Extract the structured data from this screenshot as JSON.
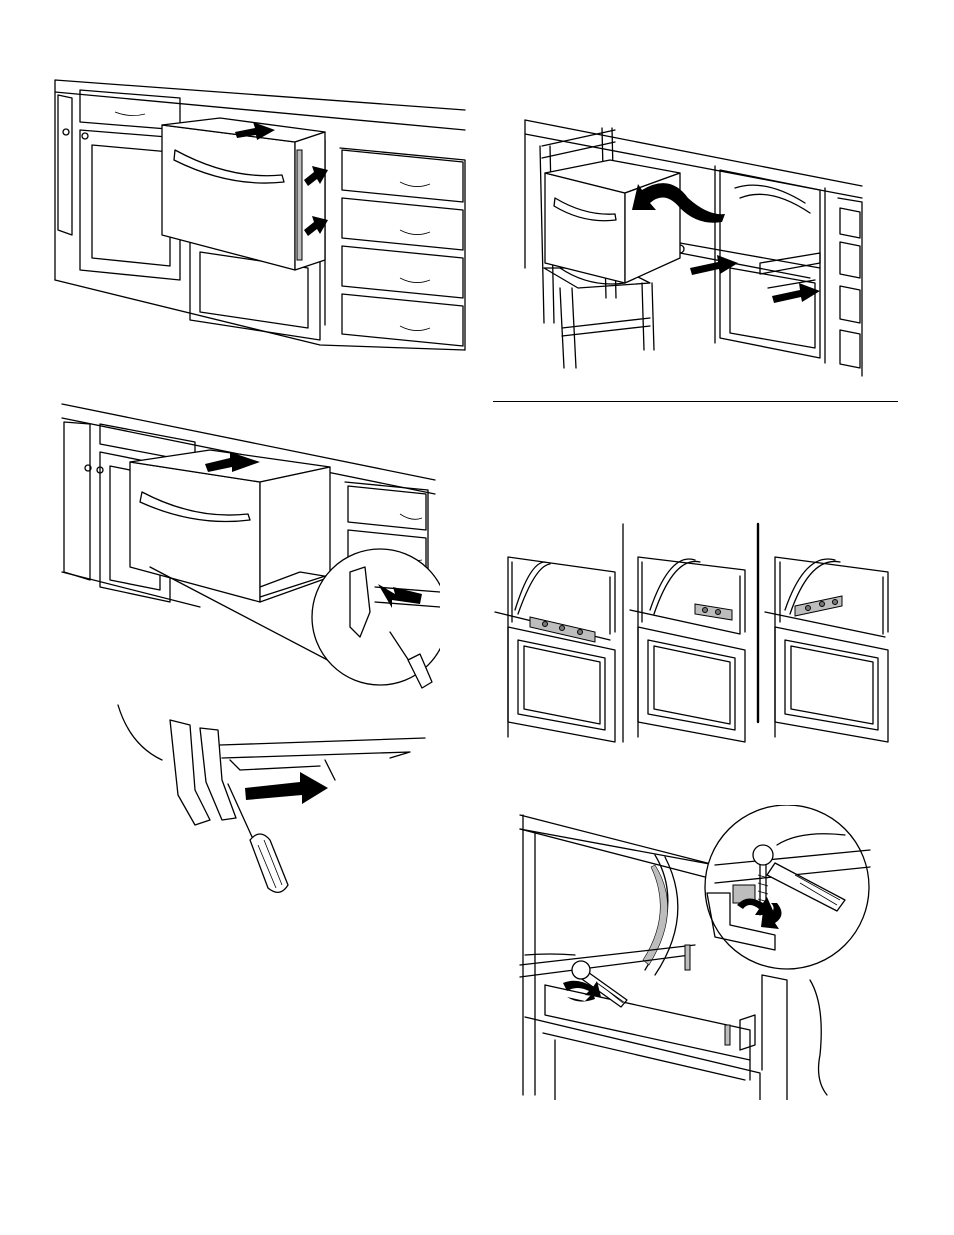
{
  "page": {
    "background_color": "#ffffff",
    "line_color": "#000000"
  },
  "figures": [
    {
      "id": "drawer-installed-arrows",
      "icons": [
        "drawer-icon",
        "cabinet-icon",
        "arrow-icon"
      ]
    },
    {
      "id": "drawer-lifted-on-chair",
      "icons": [
        "drawer-icon",
        "chair-icon",
        "curved-arrow-icon",
        "arrow-icon"
      ]
    },
    {
      "id": "drawer-pull-out-release",
      "icons": [
        "drawer-icon",
        "screwdriver-icon",
        "magnifier-callout-icon"
      ]
    },
    {
      "id": "release-tab-detail",
      "icons": [
        "screwdriver-icon",
        "arrow-icon"
      ]
    },
    {
      "id": "bracket-positions",
      "icons": [
        "bracket-icon"
      ]
    },
    {
      "id": "leveling-screw-adjust",
      "icons": [
        "wrench-icon",
        "rotate-arrow-icon",
        "magnifier-callout-icon"
      ]
    }
  ]
}
